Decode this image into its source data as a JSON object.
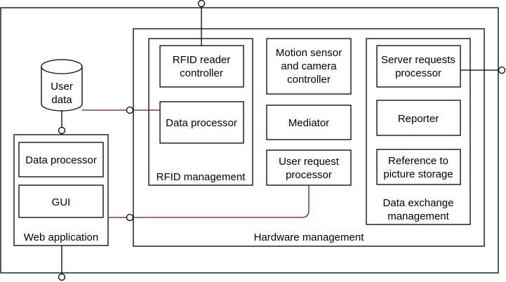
{
  "colors": {
    "line": "#000000",
    "connector": "#5c1f1f",
    "background": "#ffffff"
  },
  "user_data": {
    "label_line1": "User",
    "label_line2": "data"
  },
  "web_application": {
    "title": "Web application",
    "data_processor": "Data processor",
    "gui": "GUI"
  },
  "hardware_management": {
    "title": "Hardware management",
    "rfid_management": {
      "title": "RFID management",
      "reader_controller_line1": "RFID reader",
      "reader_controller_line2": "controller",
      "data_processor": "Data processor"
    },
    "motion_sensor": {
      "line1": "Motion sensor",
      "line2": "and camera",
      "line3": "controller"
    },
    "mediator": "Mediator",
    "user_request_processor": {
      "line1": "User request",
      "line2": "processor"
    },
    "data_exchange": {
      "title_line1": "Data exchange",
      "title_line2": "management",
      "server_requests_line1": "Server requests",
      "server_requests_line2": "processor",
      "reporter": "Reporter",
      "picture_storage_line1": "Reference to",
      "picture_storage_line2": "picture storage"
    }
  }
}
